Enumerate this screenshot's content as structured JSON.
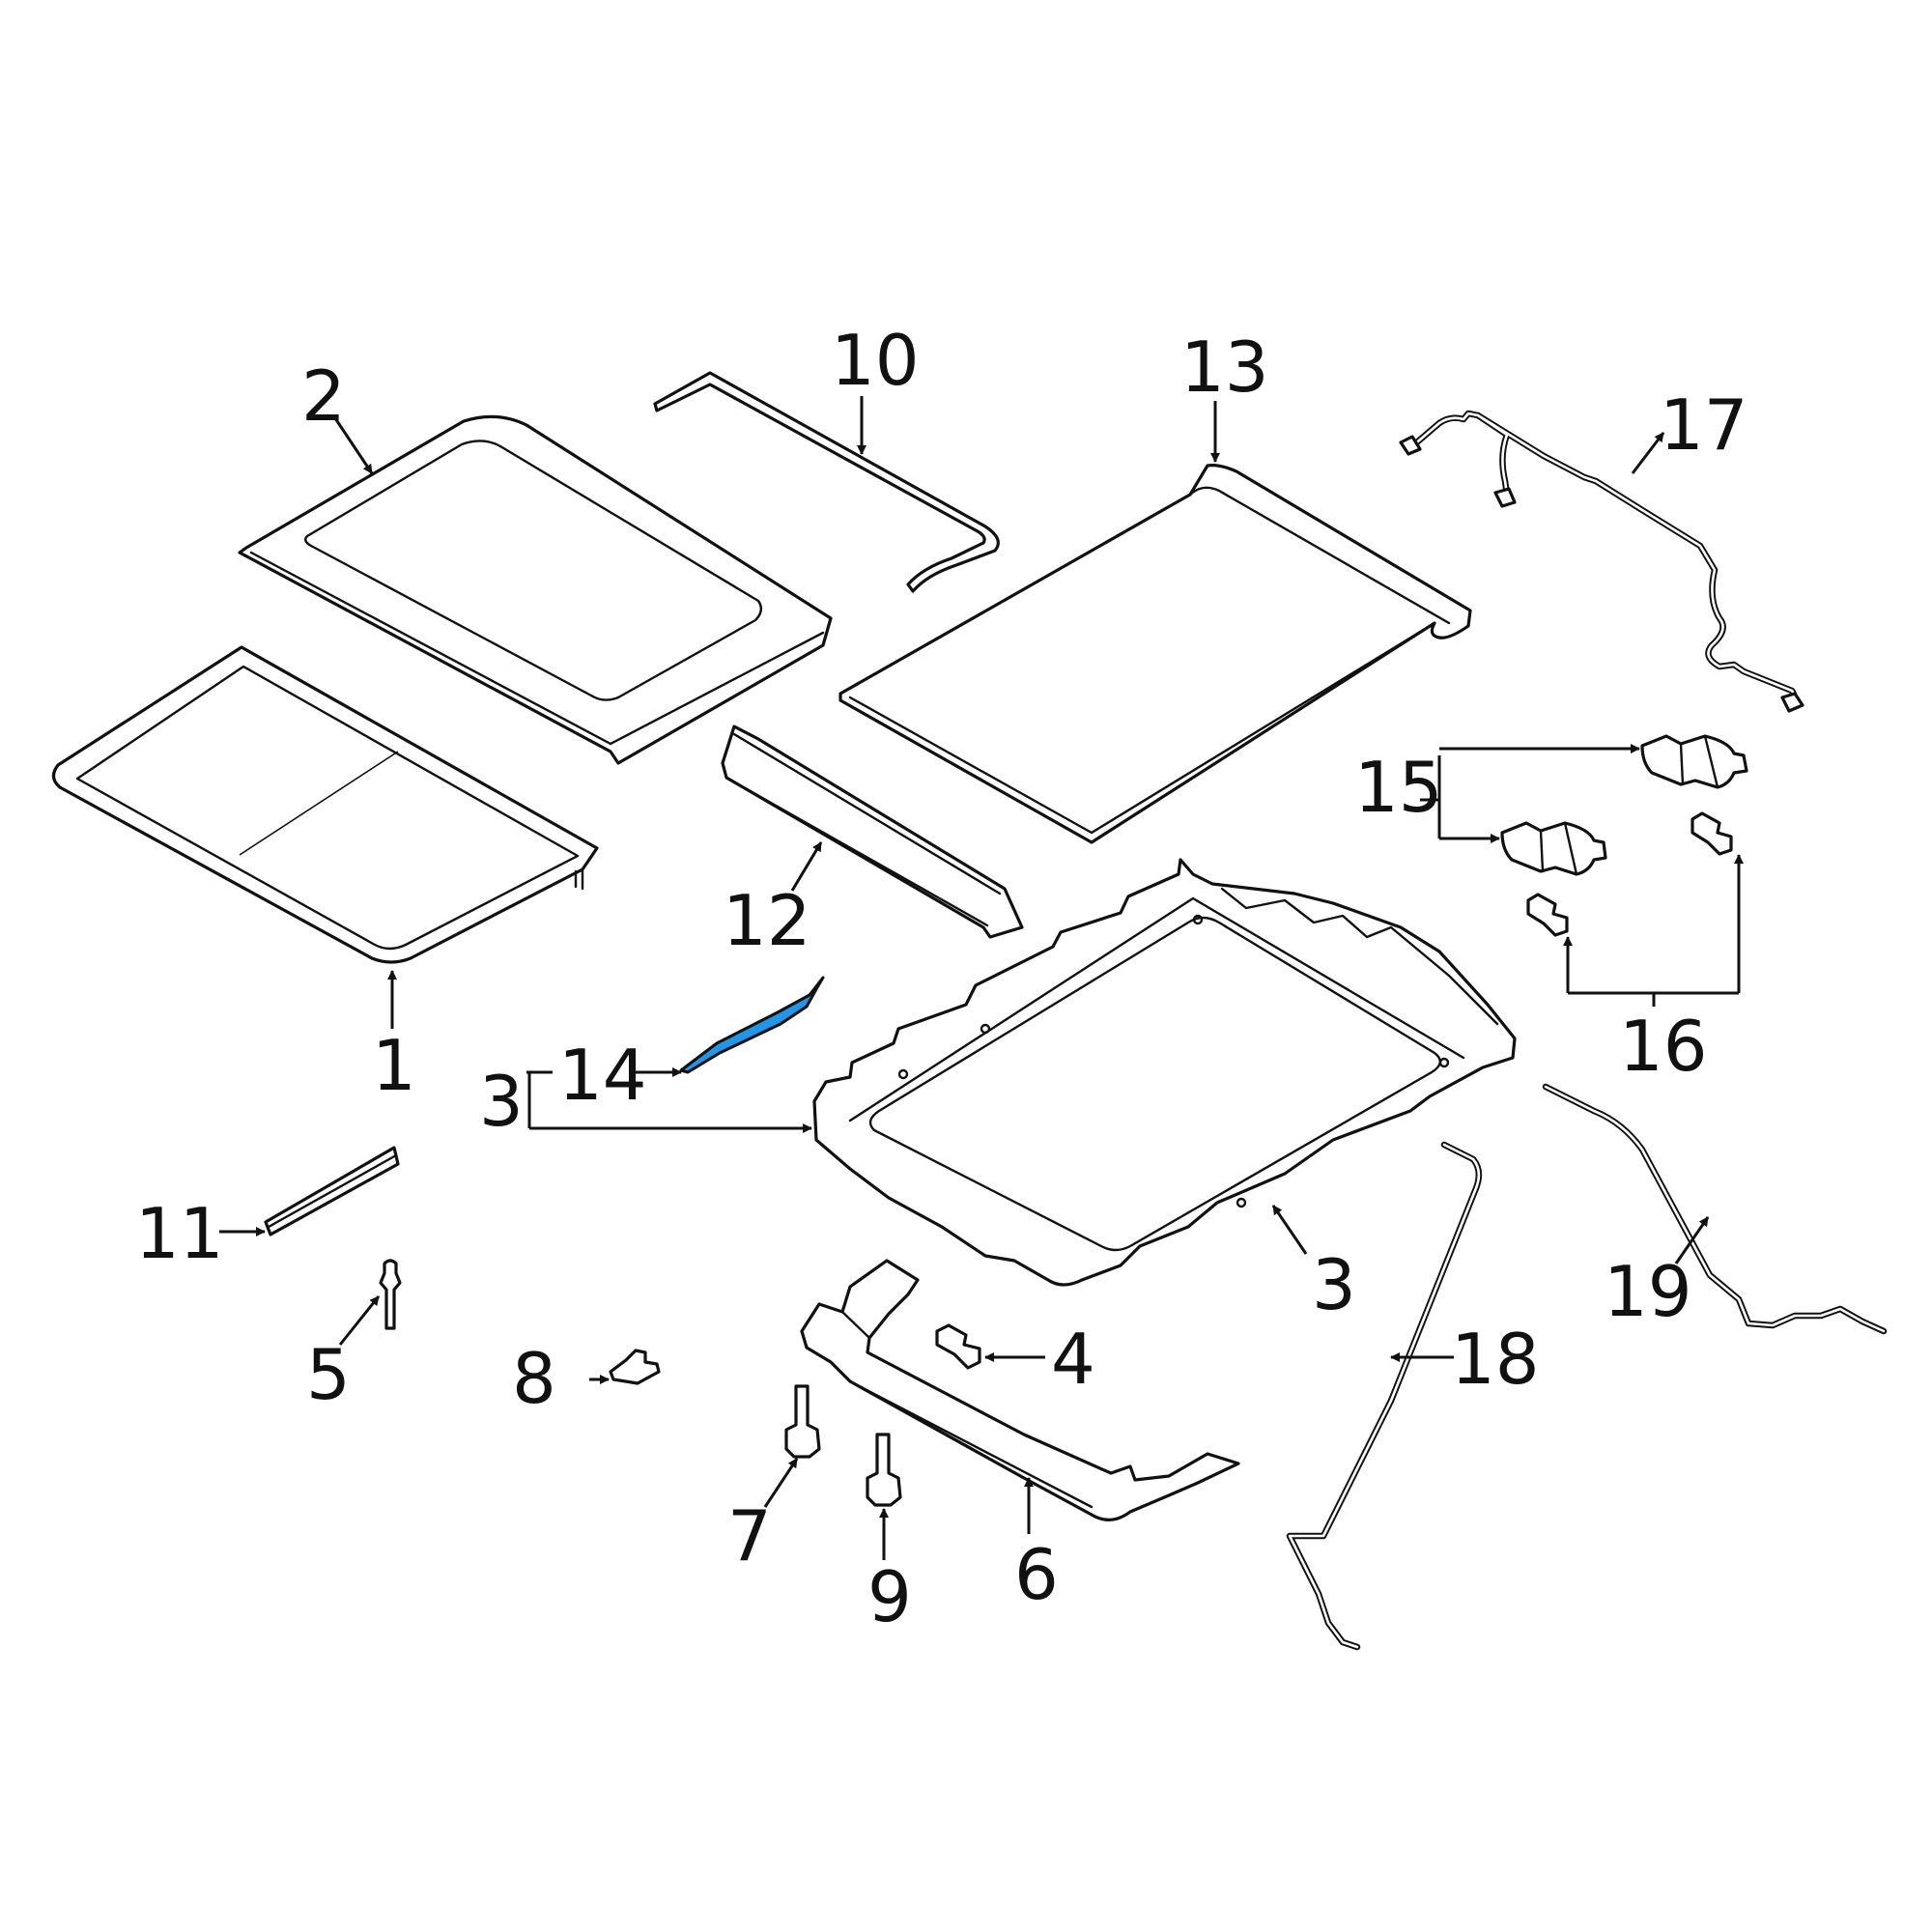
{
  "diagram": {
    "highlight_color": "#2196e8",
    "callouts": [
      {
        "id": "1",
        "text": "1"
      },
      {
        "id": "2",
        "text": "2"
      },
      {
        "id": "3a",
        "text": "3"
      },
      {
        "id": "3b",
        "text": "3"
      },
      {
        "id": "4",
        "text": "4"
      },
      {
        "id": "5",
        "text": "5"
      },
      {
        "id": "6",
        "text": "6"
      },
      {
        "id": "7",
        "text": "7"
      },
      {
        "id": "8",
        "text": "8"
      },
      {
        "id": "9",
        "text": "9"
      },
      {
        "id": "10",
        "text": "10"
      },
      {
        "id": "11",
        "text": "11"
      },
      {
        "id": "12",
        "text": "12"
      },
      {
        "id": "13",
        "text": "13"
      },
      {
        "id": "14",
        "text": "14"
      },
      {
        "id": "15",
        "text": "15"
      },
      {
        "id": "16",
        "text": "16"
      },
      {
        "id": "17",
        "text": "17"
      },
      {
        "id": "18",
        "text": "18"
      },
      {
        "id": "19",
        "text": "19"
      }
    ],
    "highlighted_part": "14"
  }
}
